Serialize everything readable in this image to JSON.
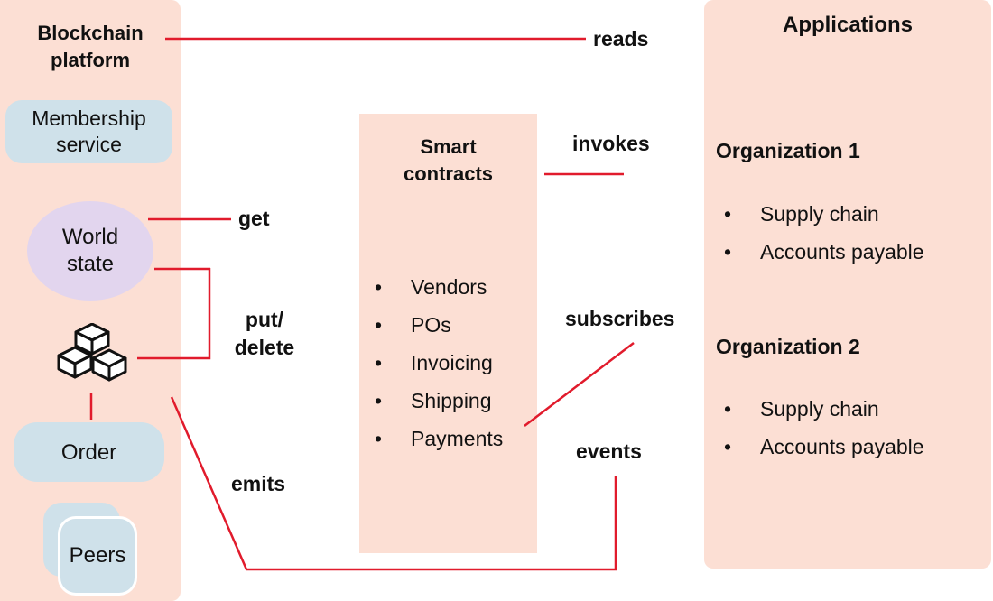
{
  "colors": {
    "accent_red": "#e11b2c",
    "panel_pink": "#fcdfd4",
    "node_blue": "#cfe1ea",
    "state_purple": "#e2d5ee",
    "text": "#111111"
  },
  "blockchain_panel": {
    "title": "Blockchain platform",
    "membership_label": "Membership service",
    "world_state_label": "World state",
    "order_label": "Order",
    "peers_label": "Peers"
  },
  "smart_contracts": {
    "title": "Smart contracts",
    "items": [
      "Vendors",
      "POs",
      "Invoicing",
      "Shipping",
      "Payments"
    ]
  },
  "applications_panel": {
    "title": "Applications",
    "organizations": [
      {
        "name": "Organization 1",
        "items": [
          "Supply chain",
          "Accounts payable"
        ]
      },
      {
        "name": "Organization 2",
        "items": [
          "Supply chain",
          "Accounts payable"
        ]
      }
    ]
  },
  "flow_labels": {
    "reads": "reads",
    "invokes": "invokes",
    "get": "get",
    "put_delete": "put/\ndelete",
    "subscribes": "subscribes",
    "emits": "emits",
    "events": "events"
  }
}
